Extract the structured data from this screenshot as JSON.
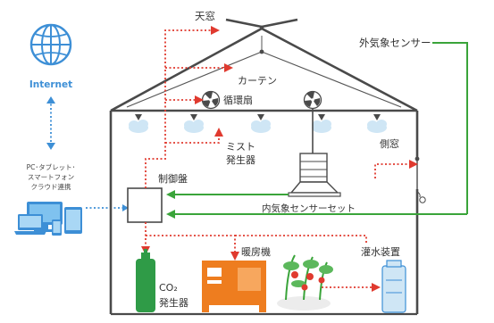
{
  "colors": {
    "red": "#e03a2f",
    "green": "#3aa43a",
    "blue": "#3d8fd6",
    "house": "#4a4a4a",
    "co2_green": "#2f9b47",
    "heater_orange": "#ee7d1f",
    "cloud": "#cfe6f5"
  },
  "icons": {
    "internet": "globe-icon",
    "devices": "devices-icon",
    "fan": "fan-icon",
    "mist": "mist-nozzle-icon",
    "co2": "gas-cylinder-icon",
    "heater": "heater-icon",
    "plants": "tomato-plant-icon",
    "water": "water-tank-icon",
    "sensor": "sensor-icon",
    "controller": "control-panel-icon"
  },
  "labels": {
    "internet": "Internet",
    "cloud_link": [
      "PC･タブレット･",
      "スマートフォン",
      "クラウド連携"
    ],
    "roof_window": "天窓",
    "curtain": "カーテン",
    "circulation_fan": "循環扇",
    "mist_generator": [
      "ミスト",
      "発生器"
    ],
    "side_window": "側窓",
    "outdoor_sensor": "外気象センサー",
    "control_panel": "制御盤",
    "indoor_sensor": "内気象センサーセット",
    "heater": "暖房機",
    "irrigation": "灌水装置",
    "co2_generator": [
      "CO₂",
      "発生器"
    ]
  }
}
